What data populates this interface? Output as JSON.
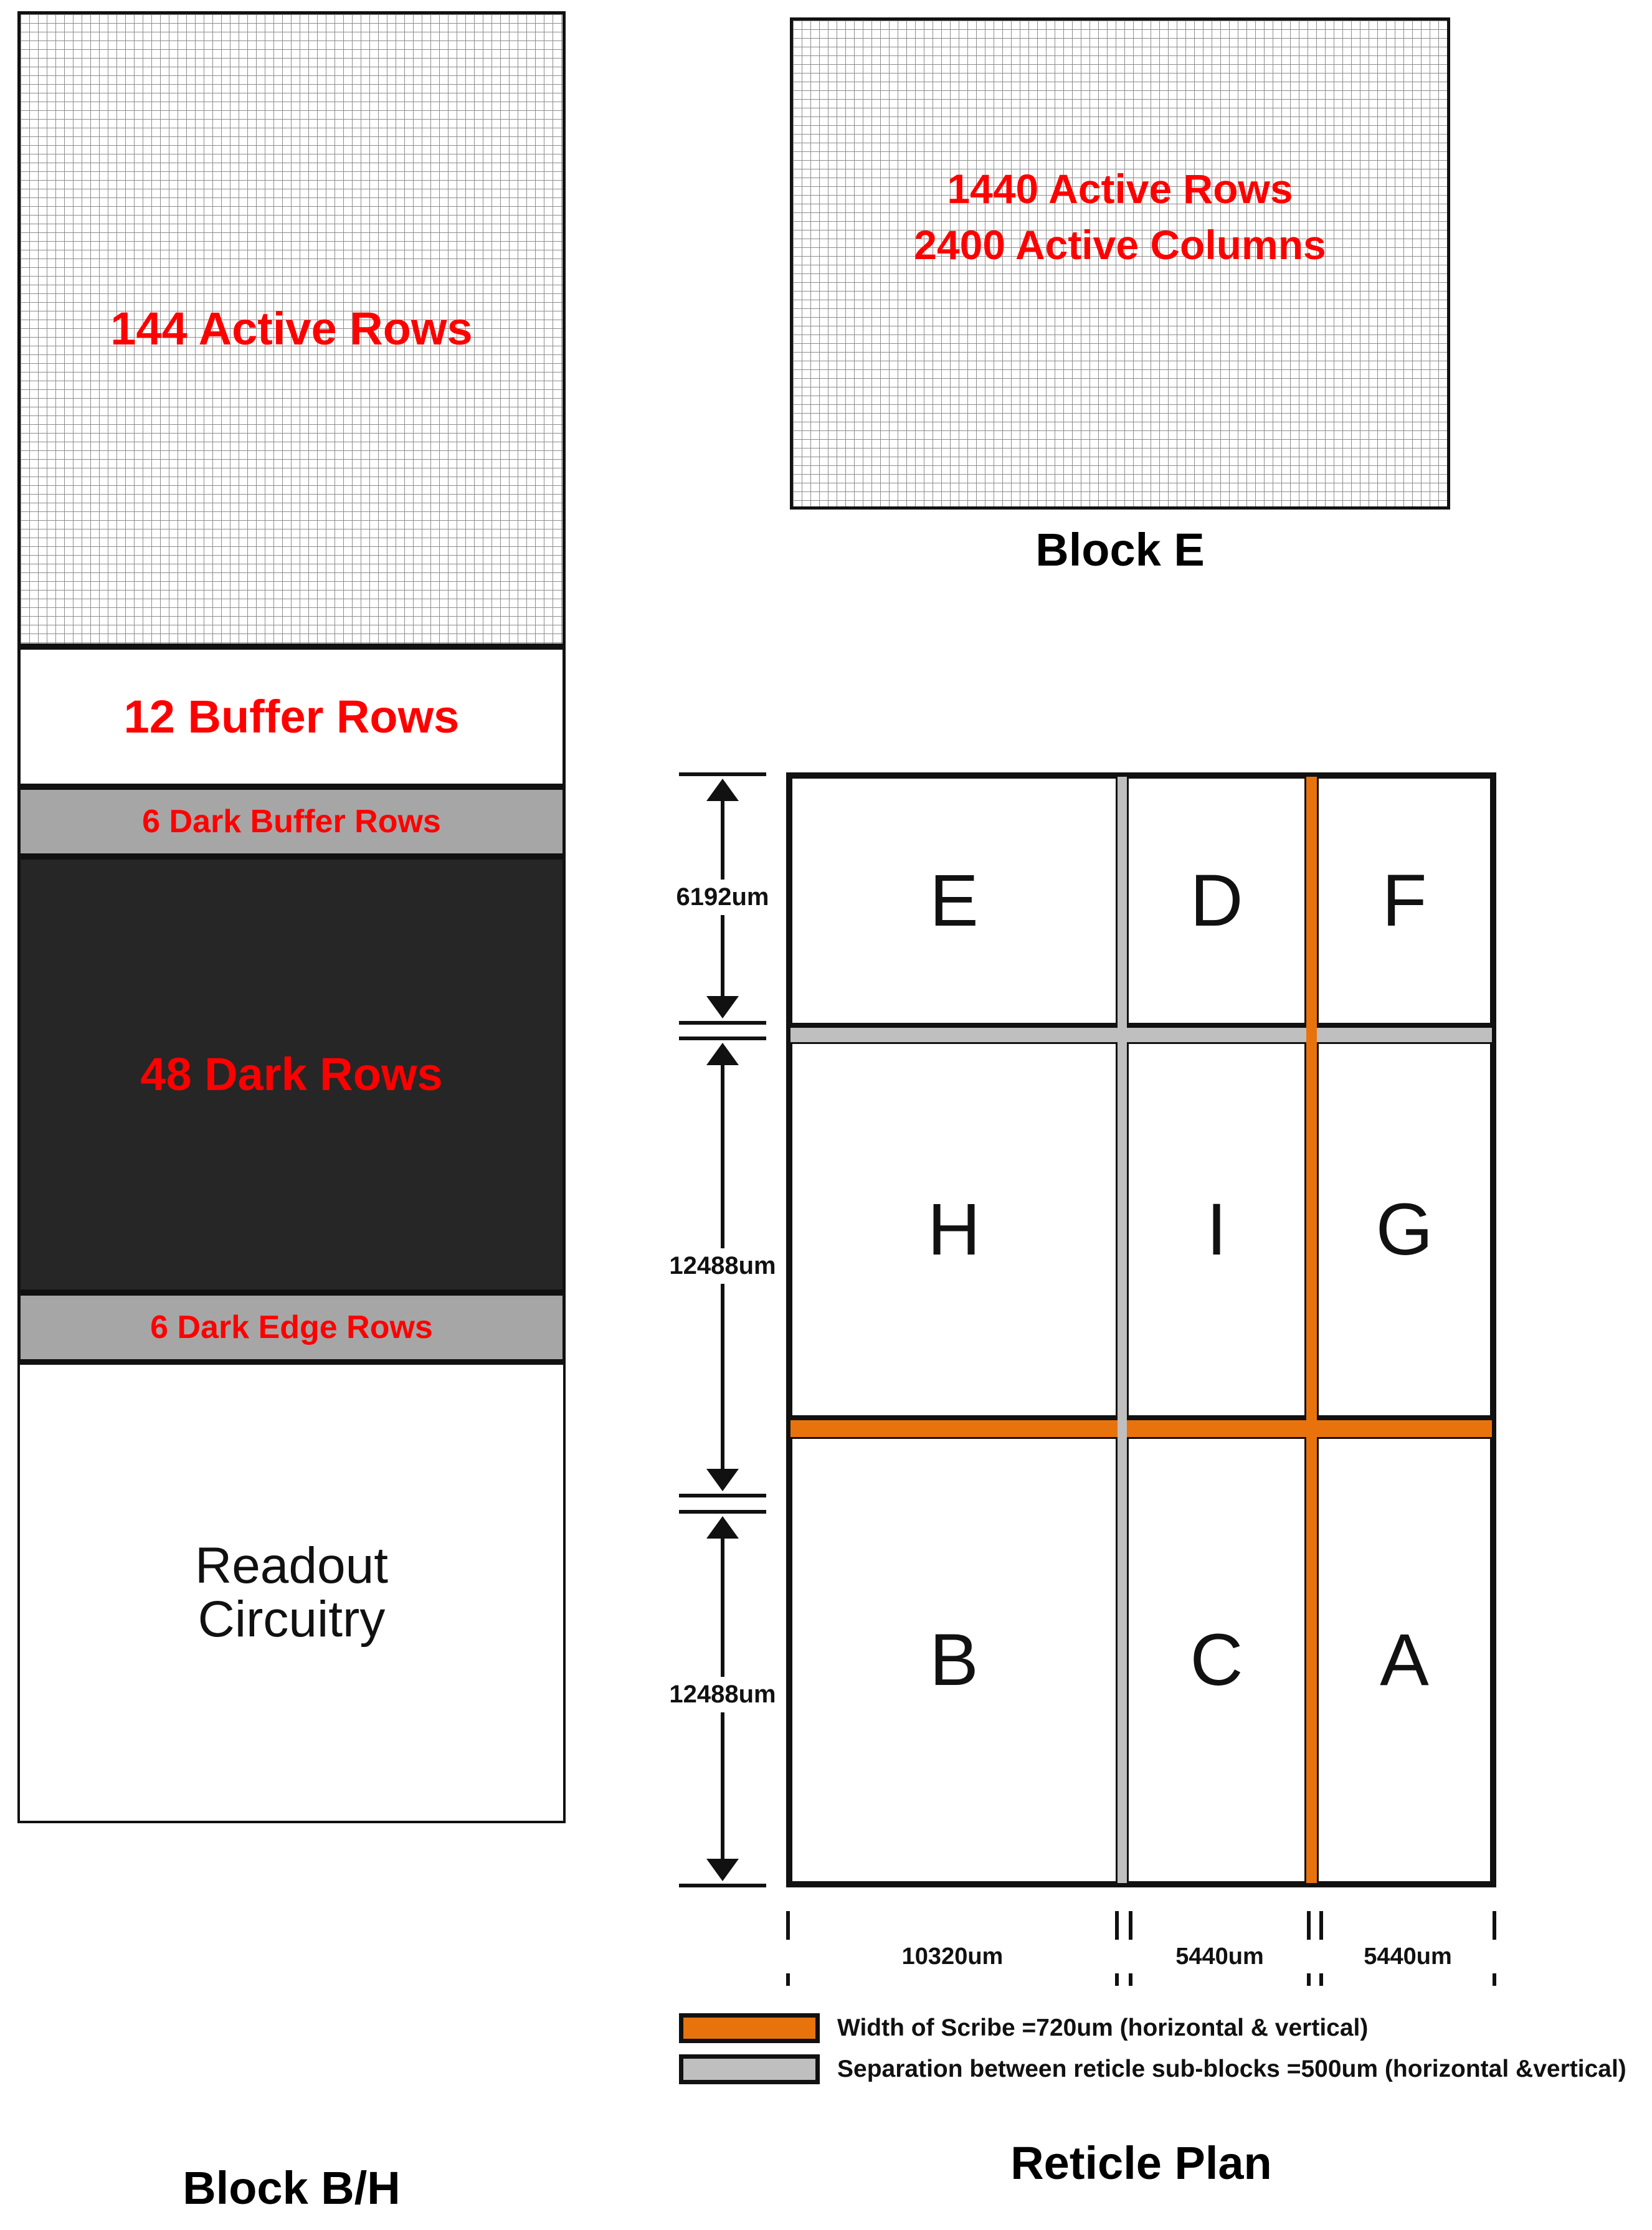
{
  "block_bh": {
    "caption": "Block B/H",
    "segments": [
      {
        "label": "144 Active Rows",
        "kind": "grid"
      },
      {
        "label": "12 Buffer Rows",
        "kind": "white"
      },
      {
        "label": "6 Dark Buffer Rows",
        "kind": "gray"
      },
      {
        "label": "48 Dark Rows",
        "kind": "black"
      },
      {
        "label": "6 Dark Edge Rows",
        "kind": "gray"
      },
      {
        "label": "Readout Circuitry",
        "kind": "white"
      }
    ],
    "readout_line1": "Readout",
    "readout_line2": "Circuitry"
  },
  "block_e": {
    "caption": "Block E",
    "line1": "1440 Active Rows",
    "line2": "2400 Active Columns"
  },
  "reticle": {
    "caption": "Reticle Plan",
    "cells": [
      [
        "E",
        "D",
        "F"
      ],
      [
        "H",
        "I",
        "G"
      ],
      [
        "B",
        "C",
        "A"
      ]
    ],
    "vertical_dims": [
      "6192um",
      "12488um",
      "12488um"
    ],
    "horizontal_dims": [
      "10320um",
      "5440um",
      "5440um"
    ],
    "legend": [
      {
        "swatch": "scribe-swatch",
        "color": "#E8730C",
        "text": "Width of Scribe =720um (horizontal & vertical)"
      },
      {
        "swatch": "separation-swatch",
        "color": "#BFBFBF",
        "text": "Separation between reticle sub-blocks =500um (horizontal &vertical)"
      }
    ]
  },
  "colors": {
    "red_label": "#FF0000",
    "scribe_orange": "#E8730C",
    "separation_gray": "#BFBFBF",
    "dark_rows": "#262626",
    "dark_buffer_gray": "#A6A6A6",
    "outline": "#111111"
  }
}
